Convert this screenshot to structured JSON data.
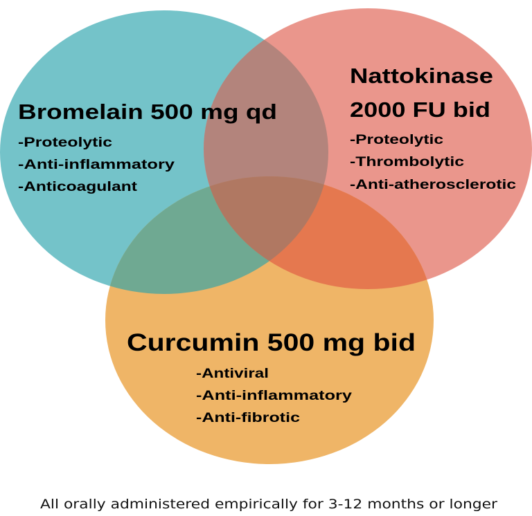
{
  "colors": {
    "bromelain": "#74c3c9",
    "nattokinase": "#ea968c",
    "curcumin": "#efb567",
    "bromelain_nattokinase": "#b3847c",
    "bromelain_curcumin": "#6fa992",
    "nattokinase_curcumin": "#e5784f",
    "all_three": "#b07862"
  },
  "bromelain": {
    "title": "Bromelain 500 mg qd",
    "items": [
      "-Proteolytic",
      "-Anti-inflammatory",
      "-Anticoagulant"
    ]
  },
  "nattokinase": {
    "title_line1": "Nattokinase",
    "title_line2": "2000 FU bid",
    "items": [
      "-Proteolytic",
      "-Thrombolytic",
      "-Anti-atherosclerotic"
    ]
  },
  "curcumin": {
    "title": "Curcumin 500 mg bid",
    "items": [
      "-Antiviral",
      "-Anti-inflammatory",
      "-Anti-fibrotic"
    ]
  },
  "caption": "All orally administered empirically for 3-12 months or longer"
}
